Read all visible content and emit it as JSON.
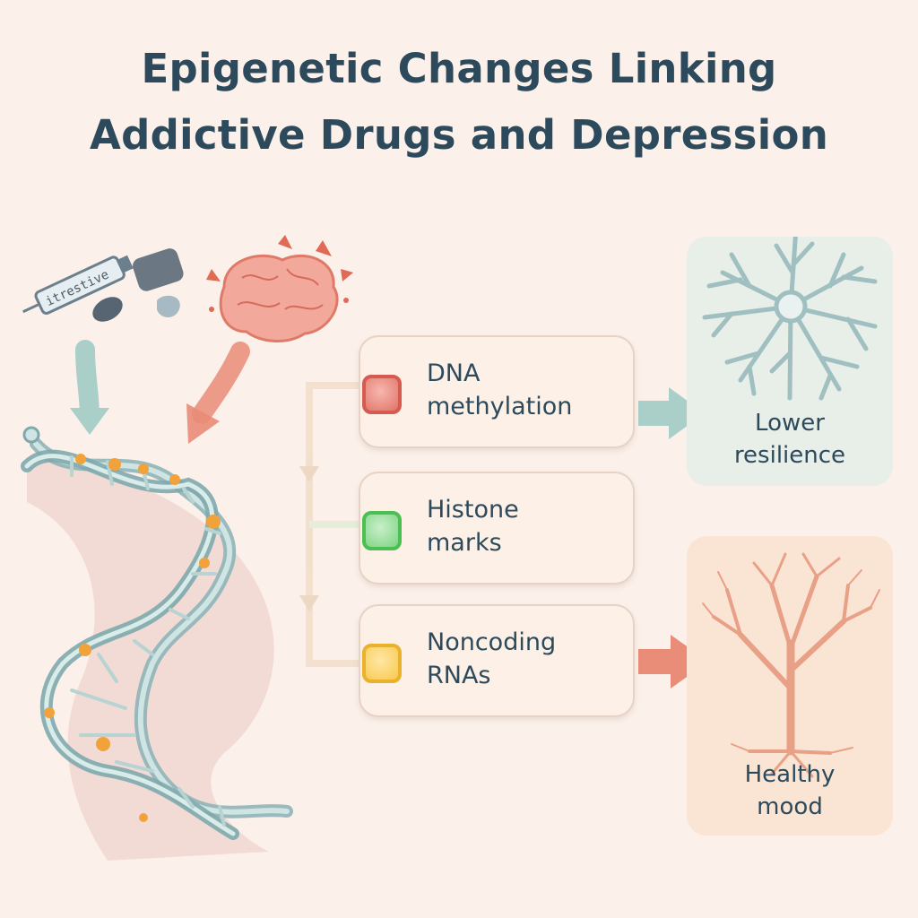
{
  "title": {
    "line1": "Epigenetic Changes Linking",
    "line2": "Addictive Drugs and Depression"
  },
  "inputs": {
    "drug_icon_text": "itrestive",
    "drugs_icon": "syringe-pills-icon",
    "stress_icon": "stressed-brain-icon"
  },
  "mechanisms": [
    {
      "line1": "DNA",
      "line2": "methylation",
      "color": "#e07468",
      "icon": "red-square-marker"
    },
    {
      "line1": "Histone",
      "line2": "marks",
      "color": "#4bbf52",
      "icon": "green-square-marker"
    },
    {
      "line1": "Noncoding",
      "line2": "RNAs",
      "color": "#eab12c",
      "icon": "yellow-square-marker"
    }
  ],
  "outcomes": [
    {
      "line1": "Lower",
      "line2": "resilience",
      "icon": "neuron-icon",
      "color": "#9fbfc0"
    },
    {
      "line1": "Healthy",
      "line2": "mood",
      "icon": "tree-icon",
      "color": "#e8a086"
    }
  ],
  "colors": {
    "background": "#fbf1ea",
    "title": "#2c4a5c",
    "dna": "#7fa9ad",
    "arrow_teal": "#a9cfc8",
    "arrow_salmon": "#e98c78"
  }
}
